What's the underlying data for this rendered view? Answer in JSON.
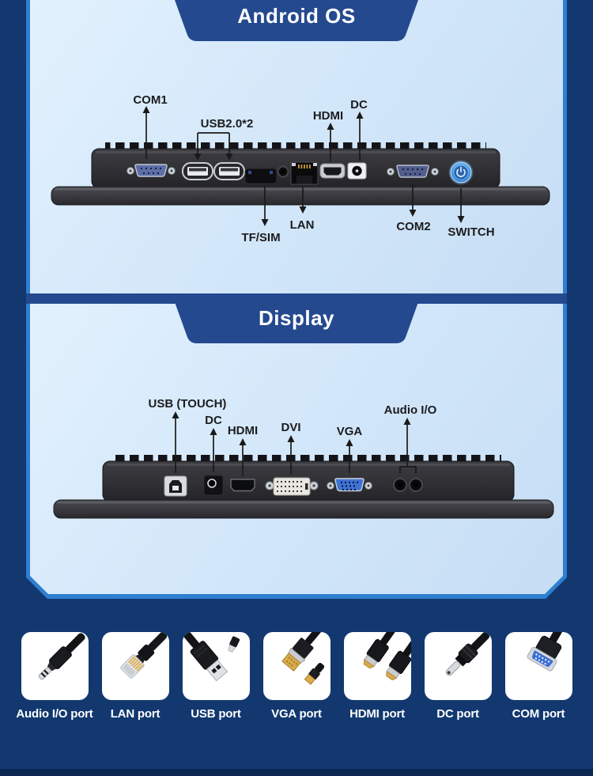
{
  "theme": {
    "navy": "#12386f",
    "navy_dark": "#0b2650",
    "accent_blue": "#2e7fd0",
    "banner_blue": "#24498f",
    "panel_light": "#d9ebfb",
    "label_color": "#1c1c1e",
    "title_color": "#ffffff",
    "switch_blue": "#4a9fe8",
    "vga_blue": "#3f74d6"
  },
  "android_section": {
    "title": "Android OS",
    "ports": {
      "com1": "COM1",
      "usb": "USB2.0*2",
      "hdmi": "HDMI",
      "dc": "DC",
      "tfsim": "TF/SIM",
      "lan": "LAN",
      "com2": "COM2",
      "switch": "SWITCH"
    }
  },
  "display_section": {
    "title": "Display",
    "ports": {
      "usb_touch": "USB (TOUCH)",
      "dc": "DC",
      "hdmi": "HDMI",
      "dvi": "DVI",
      "vga": "VGA",
      "audio": "Audio I/O"
    }
  },
  "port_gallery": {
    "items": [
      {
        "label": "Audio I/O port",
        "icon": "audio-jack-icon"
      },
      {
        "label": "LAN port",
        "icon": "lan-cable-icon"
      },
      {
        "label": "USB port",
        "icon": "usb-cable-icon"
      },
      {
        "label": "VGA port",
        "icon": "vga-cable-icon"
      },
      {
        "label": "HDMI port",
        "icon": "hdmi-cable-icon"
      },
      {
        "label": "DC port",
        "icon": "dc-plug-icon"
      },
      {
        "label": "COM port",
        "icon": "com-connector-icon"
      }
    ]
  }
}
